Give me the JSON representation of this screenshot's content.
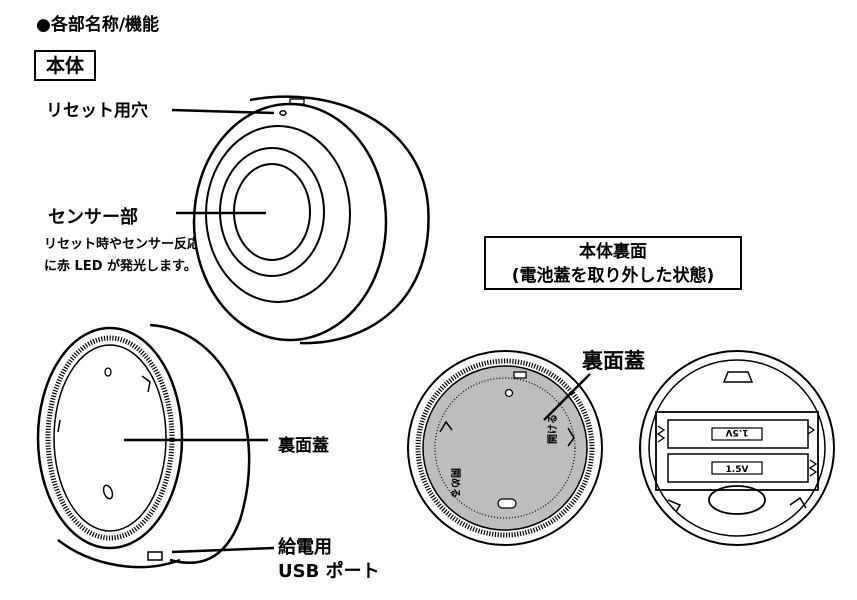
{
  "section_title": "●各部名称/機能",
  "boxed_label": "本体",
  "labels": {
    "reset_hole": "リセット用穴",
    "sensor": "センサー部",
    "sensor_desc": "リセット時やセンサー反応時に赤 LED が発光します。",
    "back_cover_left": "裏面蓋",
    "usb_line1": "給電用",
    "usb_line2": "USB ポート",
    "back_cover_right": "裏面蓋"
  },
  "bottom_view": {
    "line1": "本体裏面",
    "line2": "(電池蓋を取り外した状態)"
  },
  "battery_labels": [
    "1.5V",
    "1.5V"
  ],
  "engraved_text": [
    "開める",
    "開ける"
  ],
  "colors": {
    "cover_fill": "#bdbdbd",
    "line": "#000000"
  }
}
